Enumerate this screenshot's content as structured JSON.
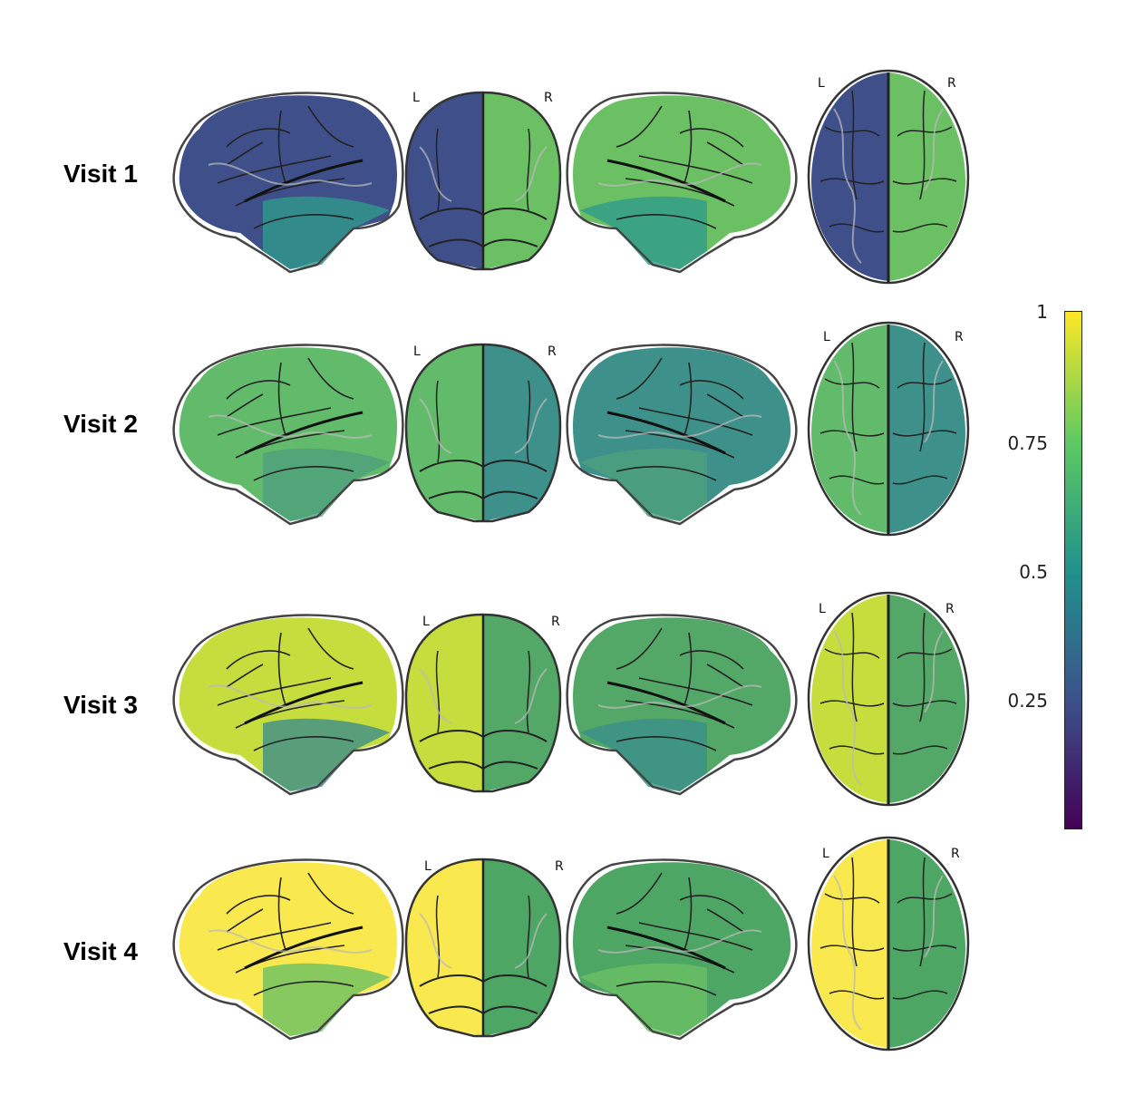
{
  "rows": [
    {
      "label": "Visit 1",
      "L": "L",
      "R": "R"
    },
    {
      "label": "Visit 2",
      "L": "L",
      "R": "R"
    },
    {
      "label": "Visit 3",
      "L": "L",
      "R": "R"
    },
    {
      "label": "Visit 4",
      "L": "L",
      "R": "R"
    }
  ],
  "colorbar": {
    "ticks": [
      "1",
      "0.75",
      "0.5",
      "0.25"
    ],
    "colormap": [
      "#fde725",
      "#5ec962",
      "#21918c",
      "#3b528b",
      "#440154"
    ]
  },
  "colors": {
    "visit1": {
      "left": "#3e4f8a",
      "right": "#6cc064",
      "mid": "#2f9a8a"
    },
    "visit2": {
      "left": "#62bb6a",
      "right": "#3e918a",
      "mid": "#4ea07c"
    },
    "visit3": {
      "left": "#c6dd3e",
      "right": "#53a868",
      "mid": "#3c8e8a"
    },
    "visit4": {
      "left": "#f9e84e",
      "right": "#4ea665",
      "mid": "#6cc064"
    }
  }
}
